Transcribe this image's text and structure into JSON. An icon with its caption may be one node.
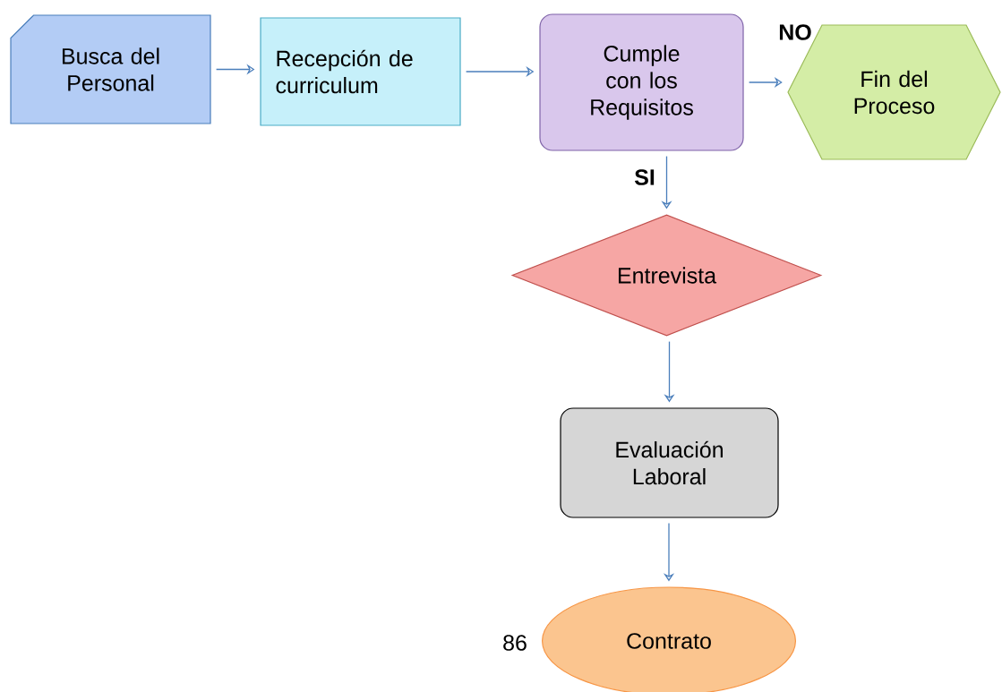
{
  "diagram": {
    "nodes": [
      {
        "text": [
          "Busca del Personal"
        ]
      },
      {
        "text": [
          "Recepción de curriculum"
        ]
      },
      {
        "text": [
          "Cumple con los Requisitos"
        ]
      },
      {
        "text": [
          "Fin del Proceso"
        ]
      },
      {
        "text": [
          "Entrevista"
        ]
      },
      {
        "text": [
          "Evaluación Laboral"
        ]
      },
      {
        "text": [
          "Contrato"
        ]
      }
    ],
    "edges": [
      {
        "from": 0,
        "to": 1,
        "arrow": "to"
      },
      {
        "from": 1,
        "to": 2,
        "arrow": "to"
      },
      {
        "from": 2,
        "to": 3,
        "arrow": "to",
        "label": "NO"
      },
      {
        "from": 2,
        "to": 4,
        "arrow": "to",
        "label": "SI"
      },
      {
        "from": 4,
        "to": 5,
        "arrow": "to"
      },
      {
        "from": 5,
        "to": 6,
        "arrow": "to"
      }
    ],
    "labels": [
      "86"
    ]
  }
}
